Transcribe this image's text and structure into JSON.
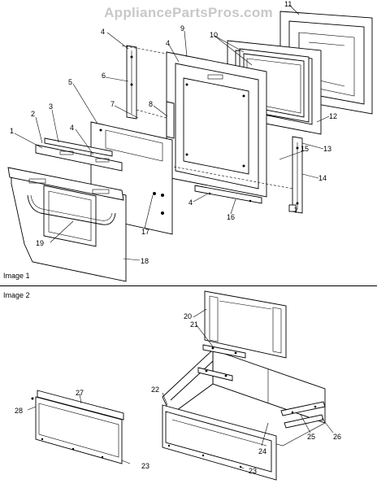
{
  "watermark": "AppliancePartsPros.com",
  "sections": [
    {
      "label": "Image 1"
    },
    {
      "label": "Image 2"
    }
  ],
  "callouts": {
    "c1": "1",
    "c2": "2",
    "c3": "3",
    "c4a": "4",
    "c4b": "4",
    "c4c": "4",
    "c4d": "4",
    "c5": "5",
    "c6": "6",
    "c7a": "7",
    "c7b": "7",
    "c8": "8",
    "c9": "9",
    "c10": "10",
    "c11": "11",
    "c12": "12",
    "c13": "13",
    "c14": "14",
    "c15": "15",
    "c16": "16",
    "c17": "17",
    "c18": "18",
    "c19": "19",
    "c20": "20",
    "c21": "21",
    "c22": "22",
    "c23a": "23",
    "c23b": "23",
    "c24": "24",
    "c25": "25",
    "c26": "26",
    "c27": "27",
    "c28": "28"
  }
}
